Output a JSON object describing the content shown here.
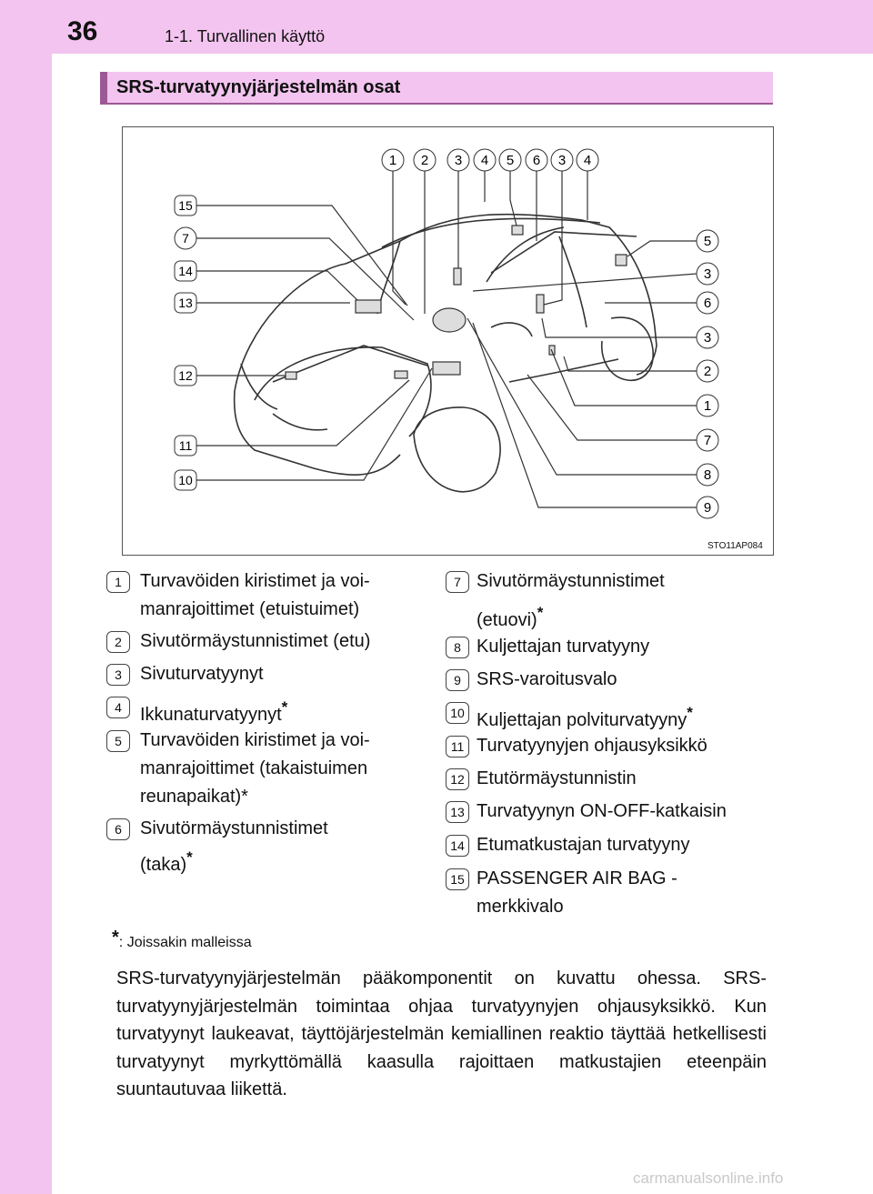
{
  "header": {
    "page_number": "36",
    "chapter": "1-1. Turvallinen käyttö"
  },
  "section": {
    "title": "SRS-turvatyynyjärjestelmän osat"
  },
  "figure": {
    "code": "STO11AP084",
    "top_callouts": [
      "1",
      "2",
      "3",
      "4",
      "5",
      "6",
      "3",
      "4"
    ],
    "left_callouts": [
      "15",
      "7",
      "14",
      "13",
      "12",
      "11",
      "10"
    ],
    "right_callouts": [
      "5",
      "3",
      "6",
      "3",
      "2",
      "1",
      "7",
      "8",
      "9"
    ]
  },
  "legend": {
    "left": [
      {
        "num": "1",
        "line1": "Turvavöiden kiristimet ja voi-",
        "line2": "manrajoittimet (etuistuimet)",
        "star": ""
      },
      {
        "num": "2",
        "line1": "Sivutörmäystunnistimet (etu)",
        "line2": "",
        "star": ""
      },
      {
        "num": "3",
        "line1": "Sivuturvatyynyt",
        "line2": "",
        "star": ""
      },
      {
        "num": "4",
        "line1": "Ikkunaturvatyynyt",
        "line2": "",
        "star": "*"
      },
      {
        "num": "5",
        "line1": "Turvavöiden kiristimet ja voi-",
        "line2": "manrajoittimet (takaistuimen",
        "line3": "reunapaikat)*",
        "star": ""
      },
      {
        "num": "6",
        "line1": "Sivutörmäystunnistimet",
        "line2": "(taka)",
        "star": "*"
      }
    ],
    "right": [
      {
        "num": "7",
        "line1": "Sivutörmäystunnistimet",
        "line2": "(etuovi)",
        "star": "*"
      },
      {
        "num": "8",
        "line1": "Kuljettajan turvatyyny",
        "line2": "",
        "star": ""
      },
      {
        "num": "9",
        "line1": "SRS-varoitusvalo",
        "line2": "",
        "star": ""
      },
      {
        "num": "10",
        "line1": "Kuljettajan polviturvatyyny",
        "line2": "",
        "star": "*"
      },
      {
        "num": "11",
        "line1": "Turvatyynyjen ohjausyksikkö",
        "line2": "",
        "star": ""
      },
      {
        "num": "12",
        "line1": "Etutörmäystunnistin",
        "line2": "",
        "star": ""
      },
      {
        "num": "13",
        "line1": "Turvatyynyn ON-OFF-katkaisin",
        "line2": "",
        "star": ""
      },
      {
        "num": "14",
        "line1": "Etumatkustajan turvatyyny",
        "line2": "",
        "star": ""
      },
      {
        "num": "15",
        "line1": "PASSENGER AIR BAG -",
        "line2": "merkkivalo",
        "star": ""
      }
    ]
  },
  "footnote": {
    "star": "*",
    "text": ": Joissakin malleissa"
  },
  "body": {
    "paragraph": "SRS-turvatyynyjärjestelmän pääkomponentit on kuvattu ohessa. SRS-turvatyynyjärjestelmän toimintaa ohjaa turvatyynyjen ohjausyksikkö. Kun turvatyynyt laukeavat, täyttöjärjestelmän kemiallinen reaktio täyttää hetkellisesti turvatyynyt myrkyttömällä kaasulla rajoittaen matkustajien eteenpäin suuntautuvaa liikettä."
  },
  "watermark": "carmanualsonline.info",
  "colors": {
    "band": "#f3c4ef",
    "accent": "#9b5a95"
  }
}
